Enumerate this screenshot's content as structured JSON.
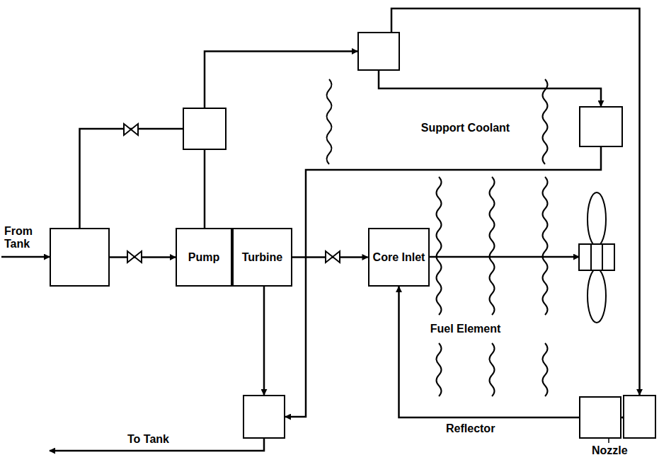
{
  "diagram": {
    "nodes": [
      {
        "text": []
      },
      {
        "text": []
      },
      {
        "text": []
      },
      {
        "text": []
      },
      {
        "text": [
          "Pump"
        ]
      },
      {
        "text": [
          "Turbine"
        ]
      },
      {
        "text": [
          "Core Inlet"
        ]
      },
      {
        "text": []
      },
      {
        "text": []
      },
      {
        "text": []
      }
    ],
    "edges": [
      {
        "from": 3,
        "to": 4,
        "arrow": "to"
      },
      {
        "from": 3,
        "to": 1,
        "arrow": "none"
      },
      {
        "from": 4,
        "to": 1,
        "arrow": "none"
      },
      {
        "from": 1,
        "to": 0,
        "arrow": "to"
      },
      {
        "from": 0,
        "to": 2,
        "arrow": "to"
      },
      {
        "from": 2,
        "to": 7,
        "arrow": "to"
      },
      {
        "from": 0,
        "to": 9,
        "arrow": "to"
      },
      {
        "from": 9,
        "to": 8,
        "arrow": "to"
      },
      {
        "from": 8,
        "to": 6,
        "arrow": "to"
      },
      {
        "from": 5,
        "to": 6,
        "arrow": "to"
      },
      {
        "from": 5,
        "to": 7,
        "arrow": "to"
      }
    ],
    "labels": [
      "From Tank",
      "Support Coolant",
      "Fuel Element",
      "To Tank",
      "Reflector",
      "Nozzle"
    ]
  }
}
